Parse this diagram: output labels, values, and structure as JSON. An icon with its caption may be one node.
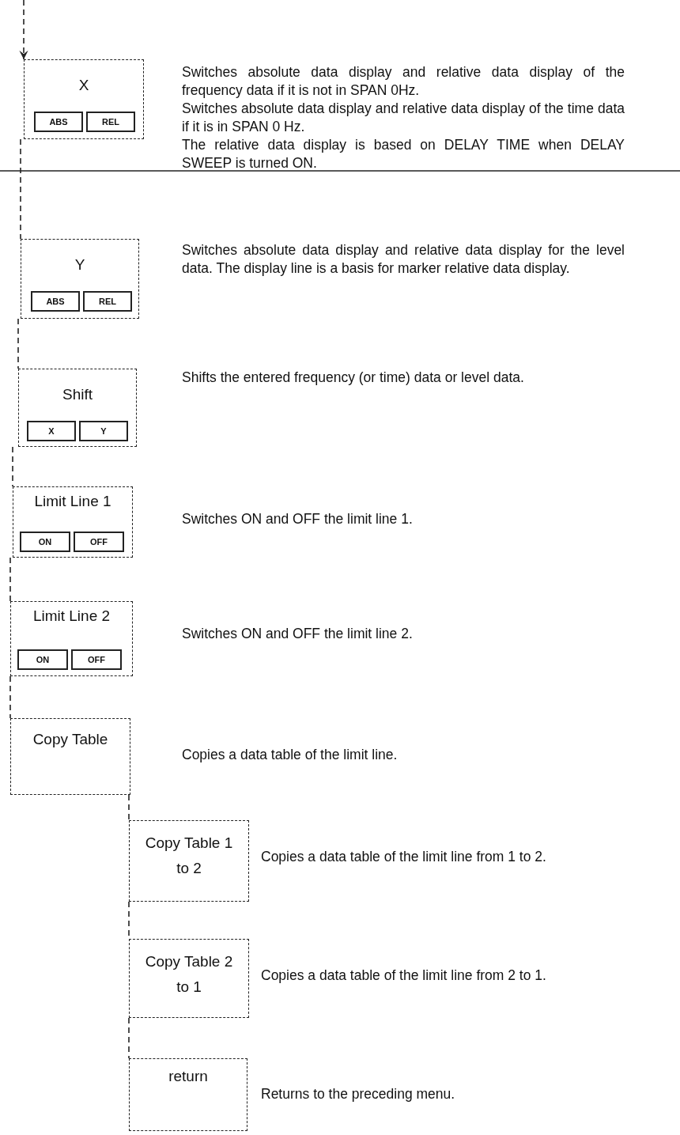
{
  "diagram": {
    "nodes": [
      {
        "text": [
          "X"
        ],
        "beside": [
          "Switches absolute data display and relative data display of the frequency data if it is not in SPAN 0Hz.",
          "Switches absolute data display and relative data display of the time data if it is in SPAN 0 Hz.",
          "The relative data display is based on DELAY TIME when DELAY SWEEP is turned ON."
        ]
      },
      {
        "text": [
          "ABS"
        ],
        "in": 0
      },
      {
        "text": [
          "REL"
        ],
        "in": 0
      },
      {
        "text": [
          "Y"
        ],
        "beside": [
          "Switches absolute data display and relative data display for the level data.   The display line is a basis for marker relative data display."
        ]
      },
      {
        "text": [
          "ABS"
        ],
        "in": 3
      },
      {
        "text": [
          "REL"
        ],
        "in": 3
      },
      {
        "text": [
          "Shift"
        ],
        "beside": [
          "Shifts the entered frequency (or time) data or level data."
        ]
      },
      {
        "text": [
          "X"
        ],
        "in": 6
      },
      {
        "text": [
          "Y"
        ],
        "in": 6
      },
      {
        "text": [
          "Limit Line 1"
        ],
        "beside": [
          "Switches ON and OFF the limit line 1."
        ]
      },
      {
        "text": [
          "ON"
        ],
        "in": 9
      },
      {
        "text": [
          "OFF"
        ],
        "in": 9
      },
      {
        "text": [
          "Limit Line 2"
        ],
        "beside": [
          "Switches ON and OFF the limit line 2."
        ]
      },
      {
        "text": [
          "ON"
        ],
        "in": 12
      },
      {
        "text": [
          "OFF"
        ],
        "in": 12
      },
      {
        "text": [
          "Copy Table"
        ],
        "beside": [
          "Copies a data table of the limit line."
        ]
      },
      {
        "text": [
          "Copy Table 1 to 2"
        ],
        "beside": [
          "Copies a data table of the limit line from 1 to 2."
        ]
      },
      {
        "text": [
          "Copy Table 2 to 1"
        ],
        "beside": [
          "Copies a data table of the limit line from 2 to 1."
        ]
      },
      {
        "text": [
          "return"
        ],
        "beside": [
          "Returns to the preceding menu."
        ]
      }
    ],
    "edges": [
      {
        "from": null,
        "to": 0,
        "arrow": "to",
        "style": "dashed"
      },
      {
        "from": 0,
        "to": 3,
        "arrow": "none",
        "style": "dashed"
      },
      {
        "from": 3,
        "to": 6,
        "arrow": "none",
        "style": "dashed"
      },
      {
        "from": 6,
        "to": 9,
        "arrow": "none",
        "style": "dashed"
      },
      {
        "from": 9,
        "to": 12,
        "arrow": "none",
        "style": "dashed"
      },
      {
        "from": 12,
        "to": 15,
        "arrow": "none",
        "style": "dashed"
      },
      {
        "from": 15,
        "to": 16,
        "arrow": "none",
        "style": "dashed"
      },
      {
        "from": 16,
        "to": 17,
        "arrow": "none",
        "style": "dashed"
      },
      {
        "from": 17,
        "to": 18,
        "arrow": "none",
        "style": "dashed"
      }
    ]
  }
}
